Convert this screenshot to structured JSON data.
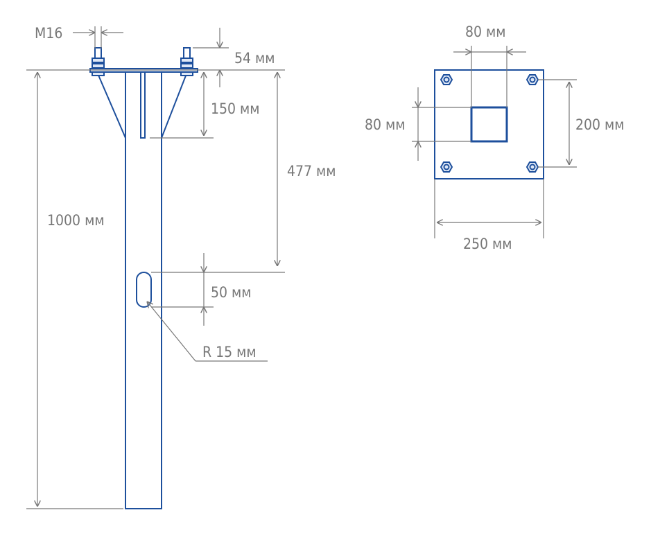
{
  "colors": {
    "part": "#1d4f9c",
    "dimension": "#777777",
    "background": "#ffffff"
  },
  "labels": {
    "bolt": "M16",
    "bolt_height": "54 мм",
    "gusset_height": "150 мм",
    "slot_offset": "477 мм",
    "total_height": "1000 мм",
    "slot_length": "50 мм",
    "slot_radius": "R 15 мм",
    "tube_width": "80 мм",
    "tube_depth": "80 мм",
    "bolt_spacing": "200 мм",
    "plate_size": "250 мм"
  }
}
